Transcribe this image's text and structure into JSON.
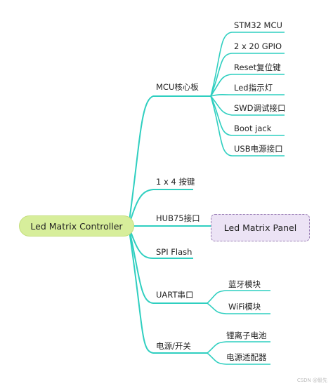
{
  "root": {
    "label": "Led Matrix Controller"
  },
  "branches": [
    {
      "label": "MCU核心板",
      "children": [
        "STM32 MCU",
        "2 x 20 GPIO",
        "Reset复位键",
        "Led指示灯",
        "SWD调试接口",
        "Boot jack",
        "USB电源接口"
      ]
    },
    {
      "label": "1 x 4 按键",
      "children": []
    },
    {
      "label": "HUB75接口",
      "children": []
    },
    {
      "label": "SPI Flash",
      "children": []
    },
    {
      "label": "UART串口",
      "children": [
        "蓝牙模块",
        "WiFi模块"
      ]
    },
    {
      "label": "电源/开关",
      "children": [
        "锂离子电池",
        "电源适配器"
      ]
    }
  ],
  "floating": {
    "label": "Led Matrix Panel"
  },
  "watermark": "CSDN @骰先",
  "colors": {
    "line": "#2fcfc0",
    "root_fill": "#d7ee9b",
    "panel_fill": "#ece3f5",
    "panel_border": "#9a7fb5"
  }
}
